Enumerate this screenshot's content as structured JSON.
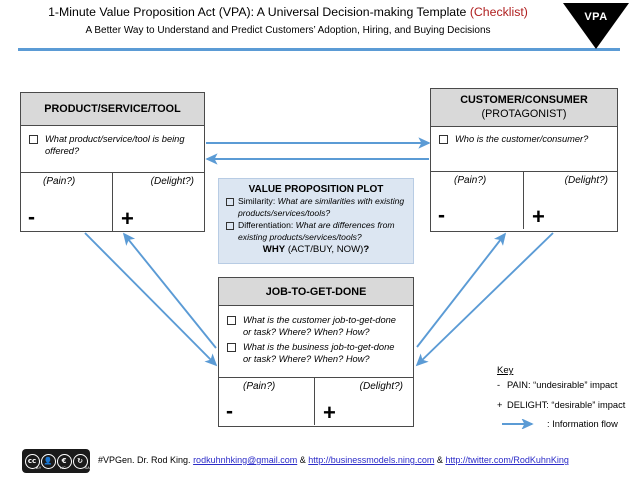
{
  "header": {
    "title_main": "1-Minute Value Proposition Act (VPA):",
    "title_rest": " A Universal Decision-making Template ",
    "title_checklist": "(Checklist)",
    "subtitle": "A Better Way to Understand and Predict Customers’ Adoption, Hiring, and Buying Decisions",
    "logo_label": "VPA",
    "logo_icon": "inverted-triangle-icon",
    "rule_color": "#5b9bd5"
  },
  "panels": {
    "product": {
      "header": "PRODUCT/SERVICE/TOOL",
      "question": "What product/service/tool is being offered?",
      "pain_label": "(Pain?)",
      "pain_sign": "-",
      "delight_label": "(Delight?)",
      "delight_sign": "+"
    },
    "customer": {
      "header_line1": "CUSTOMER/CONSUMER",
      "header_line2": "(PROTAGONIST)",
      "question": "Who is the customer/consumer?",
      "pain_label": "(Pain?)",
      "pain_sign": "-",
      "delight_label": "(Delight?)",
      "delight_sign": "+"
    },
    "job": {
      "header": "JOB-TO-GET-DONE",
      "question1": "What is the customer job-to-get-done or task? Where? When? How?",
      "question2": "What is the business job-to-get-done or task?  Where? When? How?",
      "pain_label": "(Pain?)",
      "pain_sign": "-",
      "delight_label": "(Delight?)",
      "delight_sign": "+"
    },
    "value_proposition_plot": {
      "title": "VALUE PROPOSITION PLOT",
      "item1_lead": "Similarity:",
      "item1_text": " What are similarities with existing products/services/tools?",
      "item2_lead": "Differentiation:",
      "item2_text": " What are differences from existing products/services/tools?",
      "why_bold": "WHY",
      "why_rest": " (ACT/BUY, NOW)",
      "why_end": "?",
      "fill_color": "#dce6f2",
      "border_color": "#b8cce4"
    }
  },
  "key": {
    "title": "Key",
    "pain_sign": "-",
    "pain_text": "PAIN: “undesirable” impact",
    "delight_sign": "+",
    "delight_text": "DELIGHT: “desirable” impact",
    "flow_icon": "arrow-right-icon",
    "flow_text": ": Information flow",
    "arrow_color": "#5b9bd5"
  },
  "footer": {
    "license_badge": "creative-commons-badge",
    "cc_glyphs": [
      "cc",
      "by",
      "nc",
      "sa"
    ],
    "cc_sublabels": [
      "BY",
      "NC",
      "SA"
    ],
    "credit_prefix": "#VPGen. Dr. Rod King. ",
    "email": "rodkuhnhking@gmail.com",
    "sep1": " & ",
    "link_site": "http://businessmodels.ning.com",
    "sep2": " & ",
    "link_twitter": "http://twitter.com/RodKuhnKing"
  }
}
